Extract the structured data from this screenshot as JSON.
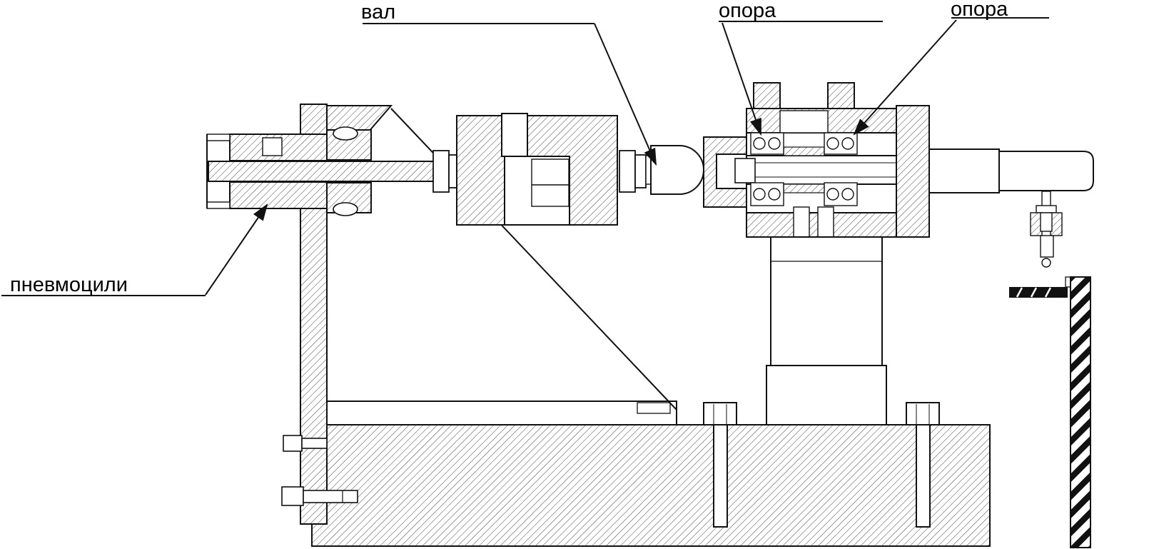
{
  "labels": {
    "shaft": "вал",
    "support_left": "опора",
    "support_right": "опора",
    "pneumatic_cylinder": "пневмоцили"
  },
  "colors": {
    "line": "#111111",
    "background": "#ffffff"
  }
}
